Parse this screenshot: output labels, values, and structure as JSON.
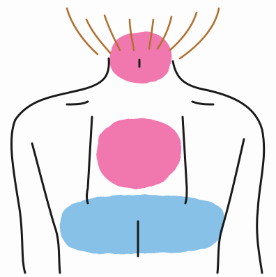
{
  "illustration": {
    "subject": "back-of-torso-massage-areas",
    "colors": {
      "outline": "#1a1a1a",
      "hair": "#b2702e",
      "neck_zone": "#f06aa6",
      "upper_back_zone": "#f06aa6",
      "lower_back_zone": "#7fbce6",
      "background": "#fdfdfd"
    },
    "zones": [
      {
        "id": "neck",
        "color_name": "pink"
      },
      {
        "id": "upper-back",
        "color_name": "pink"
      },
      {
        "id": "lower-back",
        "color_name": "blue"
      }
    ]
  }
}
